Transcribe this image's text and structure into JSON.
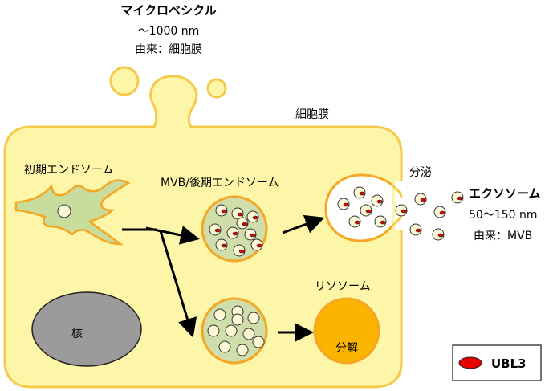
{
  "microvesicle": {
    "title": "マイクロベシクル",
    "size": "～1000 nm",
    "origin": "由来：細胞膜"
  },
  "labels": {
    "cell_membrane": "細胞膜",
    "early_endosome": "初期エンドソーム",
    "mvb": "MVB/後期エンドソーム",
    "secretion": "分泌",
    "lysosome": "リソソーム",
    "degradation": "分解",
    "nucleus": "核"
  },
  "exosome": {
    "title": "エクソソーム",
    "size": "50～150 nm",
    "origin": "由来：MVB"
  },
  "legend": {
    "label": "UBL3"
  },
  "colors": {
    "cell_fill": "#fdf6a9",
    "cell_stroke": "#f6c94a",
    "organelle_fill": "#cfdeaa",
    "organelle_stroke": "#f5a623",
    "lysosome_fill": "#fbb400",
    "nucleus_fill": "#9b9b9b",
    "vesicle_fill": "#fdf8d6",
    "ubl3": "#e60000"
  }
}
